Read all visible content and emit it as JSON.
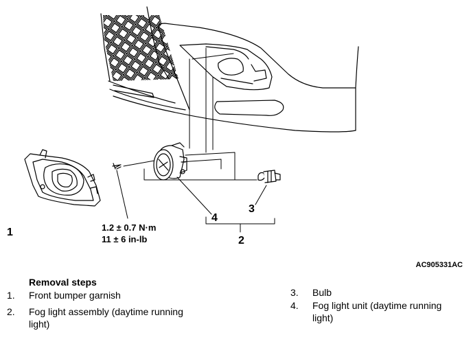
{
  "callouts": {
    "c1": "1",
    "c2": "2",
    "c3": "3",
    "c4": "4"
  },
  "torque": {
    "line1": "1.2 ± 0.7 N·m",
    "line2": "11 ± 6 in-lb"
  },
  "figure_id": "AC905331AC",
  "removal": {
    "title": "Removal steps",
    "steps": [
      {
        "num": "1.",
        "text": "Front bumper garnish"
      },
      {
        "num": "2.",
        "text": "Fog light assembly (daytime running light)"
      },
      {
        "num": "3.",
        "text": "Bulb"
      },
      {
        "num": "4.",
        "text": "Fog light unit (daytime running light)"
      }
    ]
  }
}
